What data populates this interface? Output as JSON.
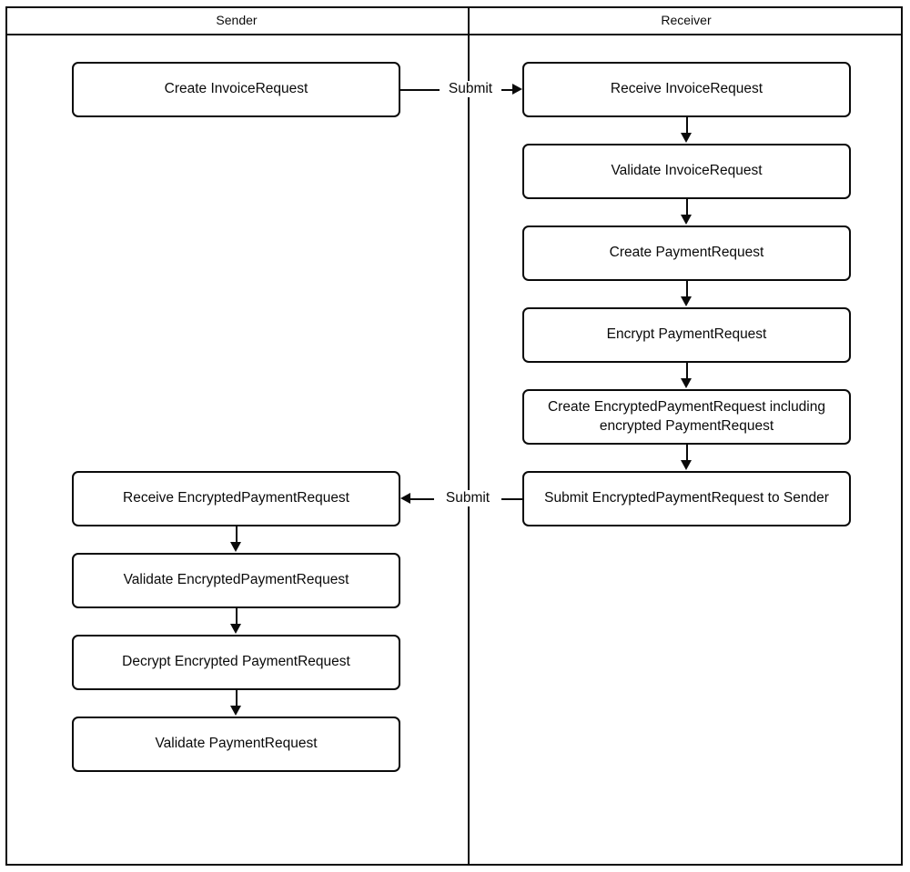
{
  "diagram": {
    "type": "swimlane-flowchart",
    "lanes": [
      {
        "id": "sender",
        "title": "Sender"
      },
      {
        "id": "receiver",
        "title": "Receiver"
      }
    ],
    "nodes": [
      {
        "id": "n1",
        "lane": "sender",
        "label": "Create InvoiceRequest"
      },
      {
        "id": "n2",
        "lane": "receiver",
        "label": "Receive InvoiceRequest"
      },
      {
        "id": "n3",
        "lane": "receiver",
        "label": "Validate InvoiceRequest"
      },
      {
        "id": "n4",
        "lane": "receiver",
        "label": "Create PaymentRequest"
      },
      {
        "id": "n5",
        "lane": "receiver",
        "label": "Encrypt PaymentRequest"
      },
      {
        "id": "n6",
        "lane": "receiver",
        "label": "Create EncryptedPaymentRequest including encrypted PaymentRequest"
      },
      {
        "id": "n7",
        "lane": "receiver",
        "label": "Submit EncryptedPaymentRequest to Sender"
      },
      {
        "id": "n8",
        "lane": "sender",
        "label": "Receive EncryptedPaymentRequest"
      },
      {
        "id": "n9",
        "lane": "sender",
        "label": "Validate EncryptedPaymentRequest"
      },
      {
        "id": "n10",
        "lane": "sender",
        "label": "Decrypt Encrypted PaymentRequest"
      },
      {
        "id": "n11",
        "lane": "sender",
        "label": "Validate PaymentRequest"
      }
    ],
    "edges": [
      {
        "from": "n1",
        "to": "n2",
        "label": "Submit",
        "direction": "right"
      },
      {
        "from": "n2",
        "to": "n3",
        "label": "",
        "direction": "down"
      },
      {
        "from": "n3",
        "to": "n4",
        "label": "",
        "direction": "down"
      },
      {
        "from": "n4",
        "to": "n5",
        "label": "",
        "direction": "down"
      },
      {
        "from": "n5",
        "to": "n6",
        "label": "",
        "direction": "down"
      },
      {
        "from": "n6",
        "to": "n7",
        "label": "",
        "direction": "down"
      },
      {
        "from": "n7",
        "to": "n8",
        "label": "Submit",
        "direction": "left"
      },
      {
        "from": "n8",
        "to": "n9",
        "label": "",
        "direction": "down"
      },
      {
        "from": "n9",
        "to": "n10",
        "label": "",
        "direction": "down"
      },
      {
        "from": "n10",
        "to": "n11",
        "label": "",
        "direction": "down"
      }
    ],
    "colors": {
      "stroke": "#0a0a0a",
      "fill": "#ffffff",
      "text": "#0a0a0a"
    }
  }
}
